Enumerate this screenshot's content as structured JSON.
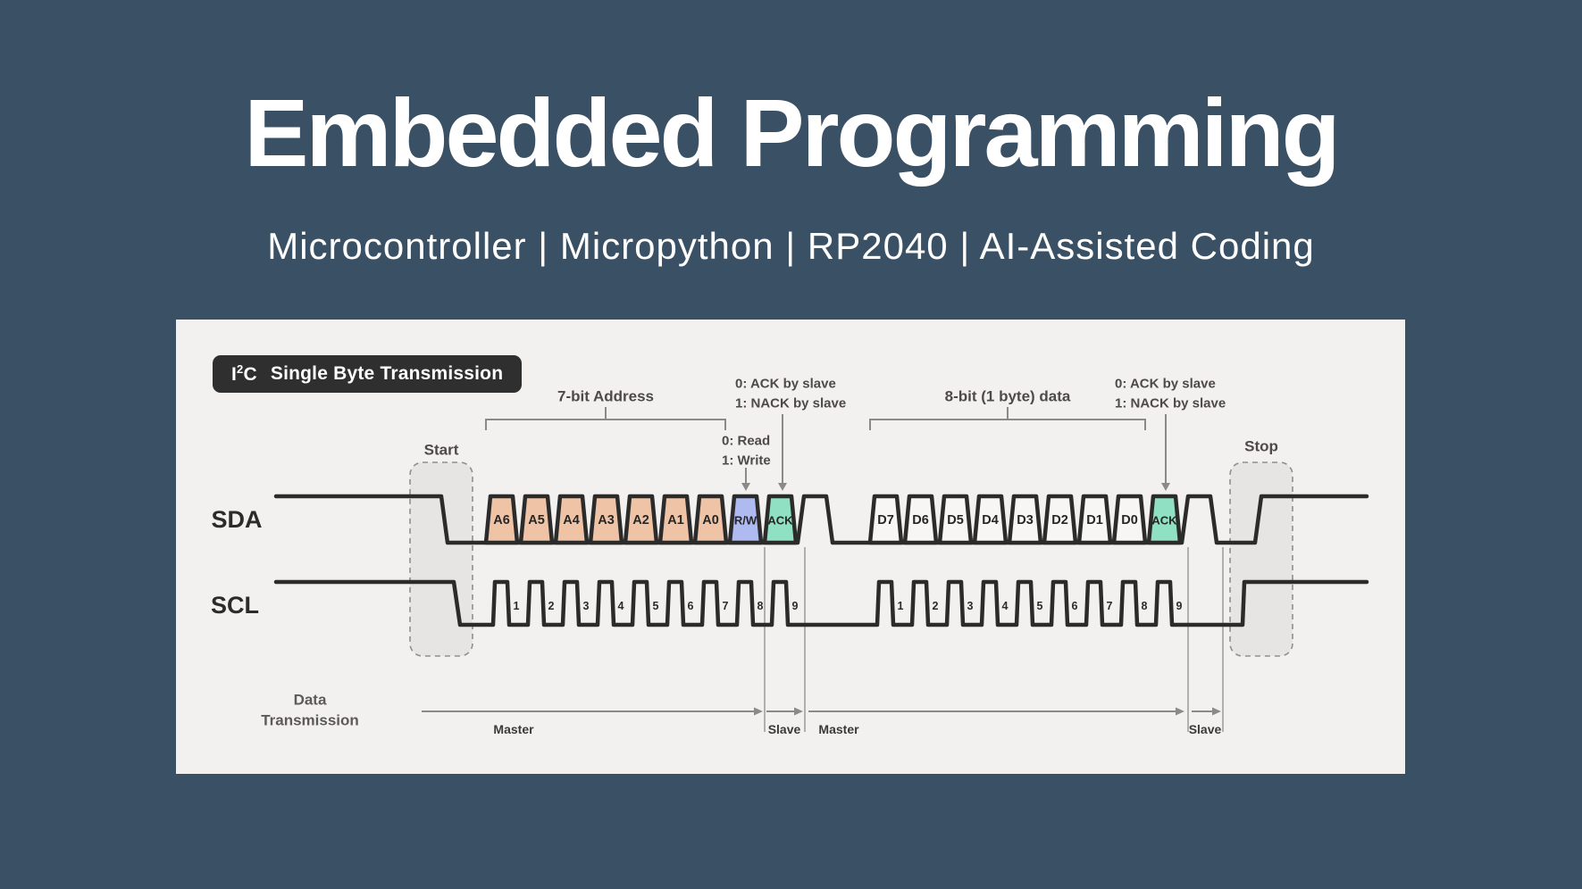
{
  "page": {
    "background_color": "#3a5064",
    "title": "Embedded Programming",
    "subtitle": "Microcontroller | Micropython | RP2040 | AI-Assisted Coding"
  },
  "diagram": {
    "badge": {
      "chip_base": "I",
      "chip_sup": "2",
      "chip_end": "C",
      "label": "Single Byte Transmission"
    },
    "signals": {
      "sda": "SDA",
      "scl": "SCL"
    },
    "markers": {
      "start": "Start",
      "stop": "Stop"
    },
    "groups": {
      "address": "7-bit Address",
      "data": "8-bit (1 byte) data"
    },
    "annotations": {
      "rw": [
        "0: Read",
        "1: Write"
      ],
      "ack_address": [
        "0: ACK by slave",
        "1: NACK by slave"
      ],
      "ack_data": [
        "0: ACK by slave",
        "1: NACK by slave"
      ]
    },
    "bits": {
      "address": [
        "A6",
        "A5",
        "A4",
        "A3",
        "A2",
        "A1",
        "A0"
      ],
      "rw": "R/W",
      "ack": "ACK",
      "data": [
        "D7",
        "D6",
        "D5",
        "D4",
        "D3",
        "D2",
        "D1",
        "D0"
      ]
    },
    "clock_numbers": [
      "1",
      "2",
      "3",
      "4",
      "5",
      "6",
      "7",
      "8",
      "9"
    ],
    "transmission": {
      "label": [
        "Data",
        "Transmission"
      ],
      "segments": [
        "Master",
        "Slave",
        "Master",
        "Slave"
      ]
    },
    "colors": {
      "address_bit_fill": "#eec3a6",
      "rw_bit_fill": "#afbbf0",
      "ack_bit_fill": "#90e0c3",
      "data_bit_fill": "#f7f6f4",
      "signal_line": "#2b2b2b",
      "guide_gray": "#8a8a8a",
      "divider_gray": "#9a9a9a",
      "marker_box_fill": "#e6e5e3",
      "marker_box_stroke": "#8f8f8f",
      "badge_bg": "#2f2f2f",
      "card_bg": "#f2f1ef"
    }
  }
}
